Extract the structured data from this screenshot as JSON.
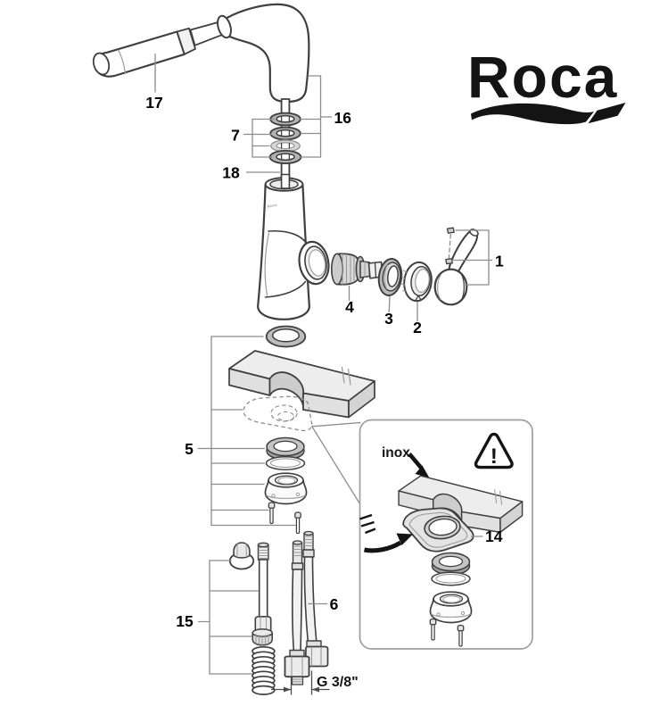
{
  "brand": {
    "name": "Roca"
  },
  "parts": {
    "p1": "1",
    "p2": "2",
    "p3": "3",
    "p4": "4",
    "p5": "5",
    "p6": "6",
    "p7": "7",
    "p14": "14",
    "p15": "15",
    "p16": "16",
    "p17": "17",
    "p18": "18"
  },
  "annotations": {
    "material": "inox",
    "thread": "G 3/8\"",
    "warning": "!"
  },
  "icons": {
    "warning": "warning-triangle-icon",
    "inox_pointer": "arrow-down-right-icon",
    "insert_pointer": "curved-arrow-icon",
    "logo_swoosh": "wave-swoosh-icon"
  },
  "colors": {
    "outline": "#3f3f3f",
    "leader": "#8c8c8c",
    "label": "#000000",
    "logo": "#141414"
  }
}
